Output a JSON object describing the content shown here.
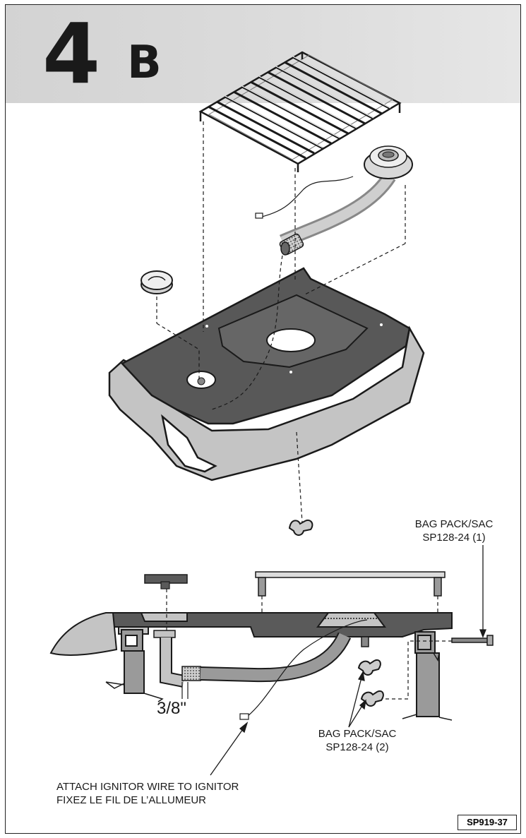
{
  "header": {
    "step_number": "4",
    "step_letter": "B"
  },
  "labels": {
    "bag_pack_1_line1": "BAG PACK/SAC",
    "bag_pack_1_line2": "SP128-24 (1)",
    "bag_pack_2_line1": "BAG PACK/SAC",
    "bag_pack_2_line2": "SP128-24 (2)",
    "ignitor_line1": "ATTACH IGNITOR WIRE TO IGNITOR",
    "ignitor_line2": "FIXEZ LE FIL DE L’ALLUMEUR",
    "dimension": "3/8\""
  },
  "footer": {
    "part_code": "SP919-37"
  },
  "colors": {
    "header_bg": "#d8d8d8",
    "tray_dark": "#555555",
    "body_light": "#bdbdbd",
    "line": "#1a1a1a"
  }
}
